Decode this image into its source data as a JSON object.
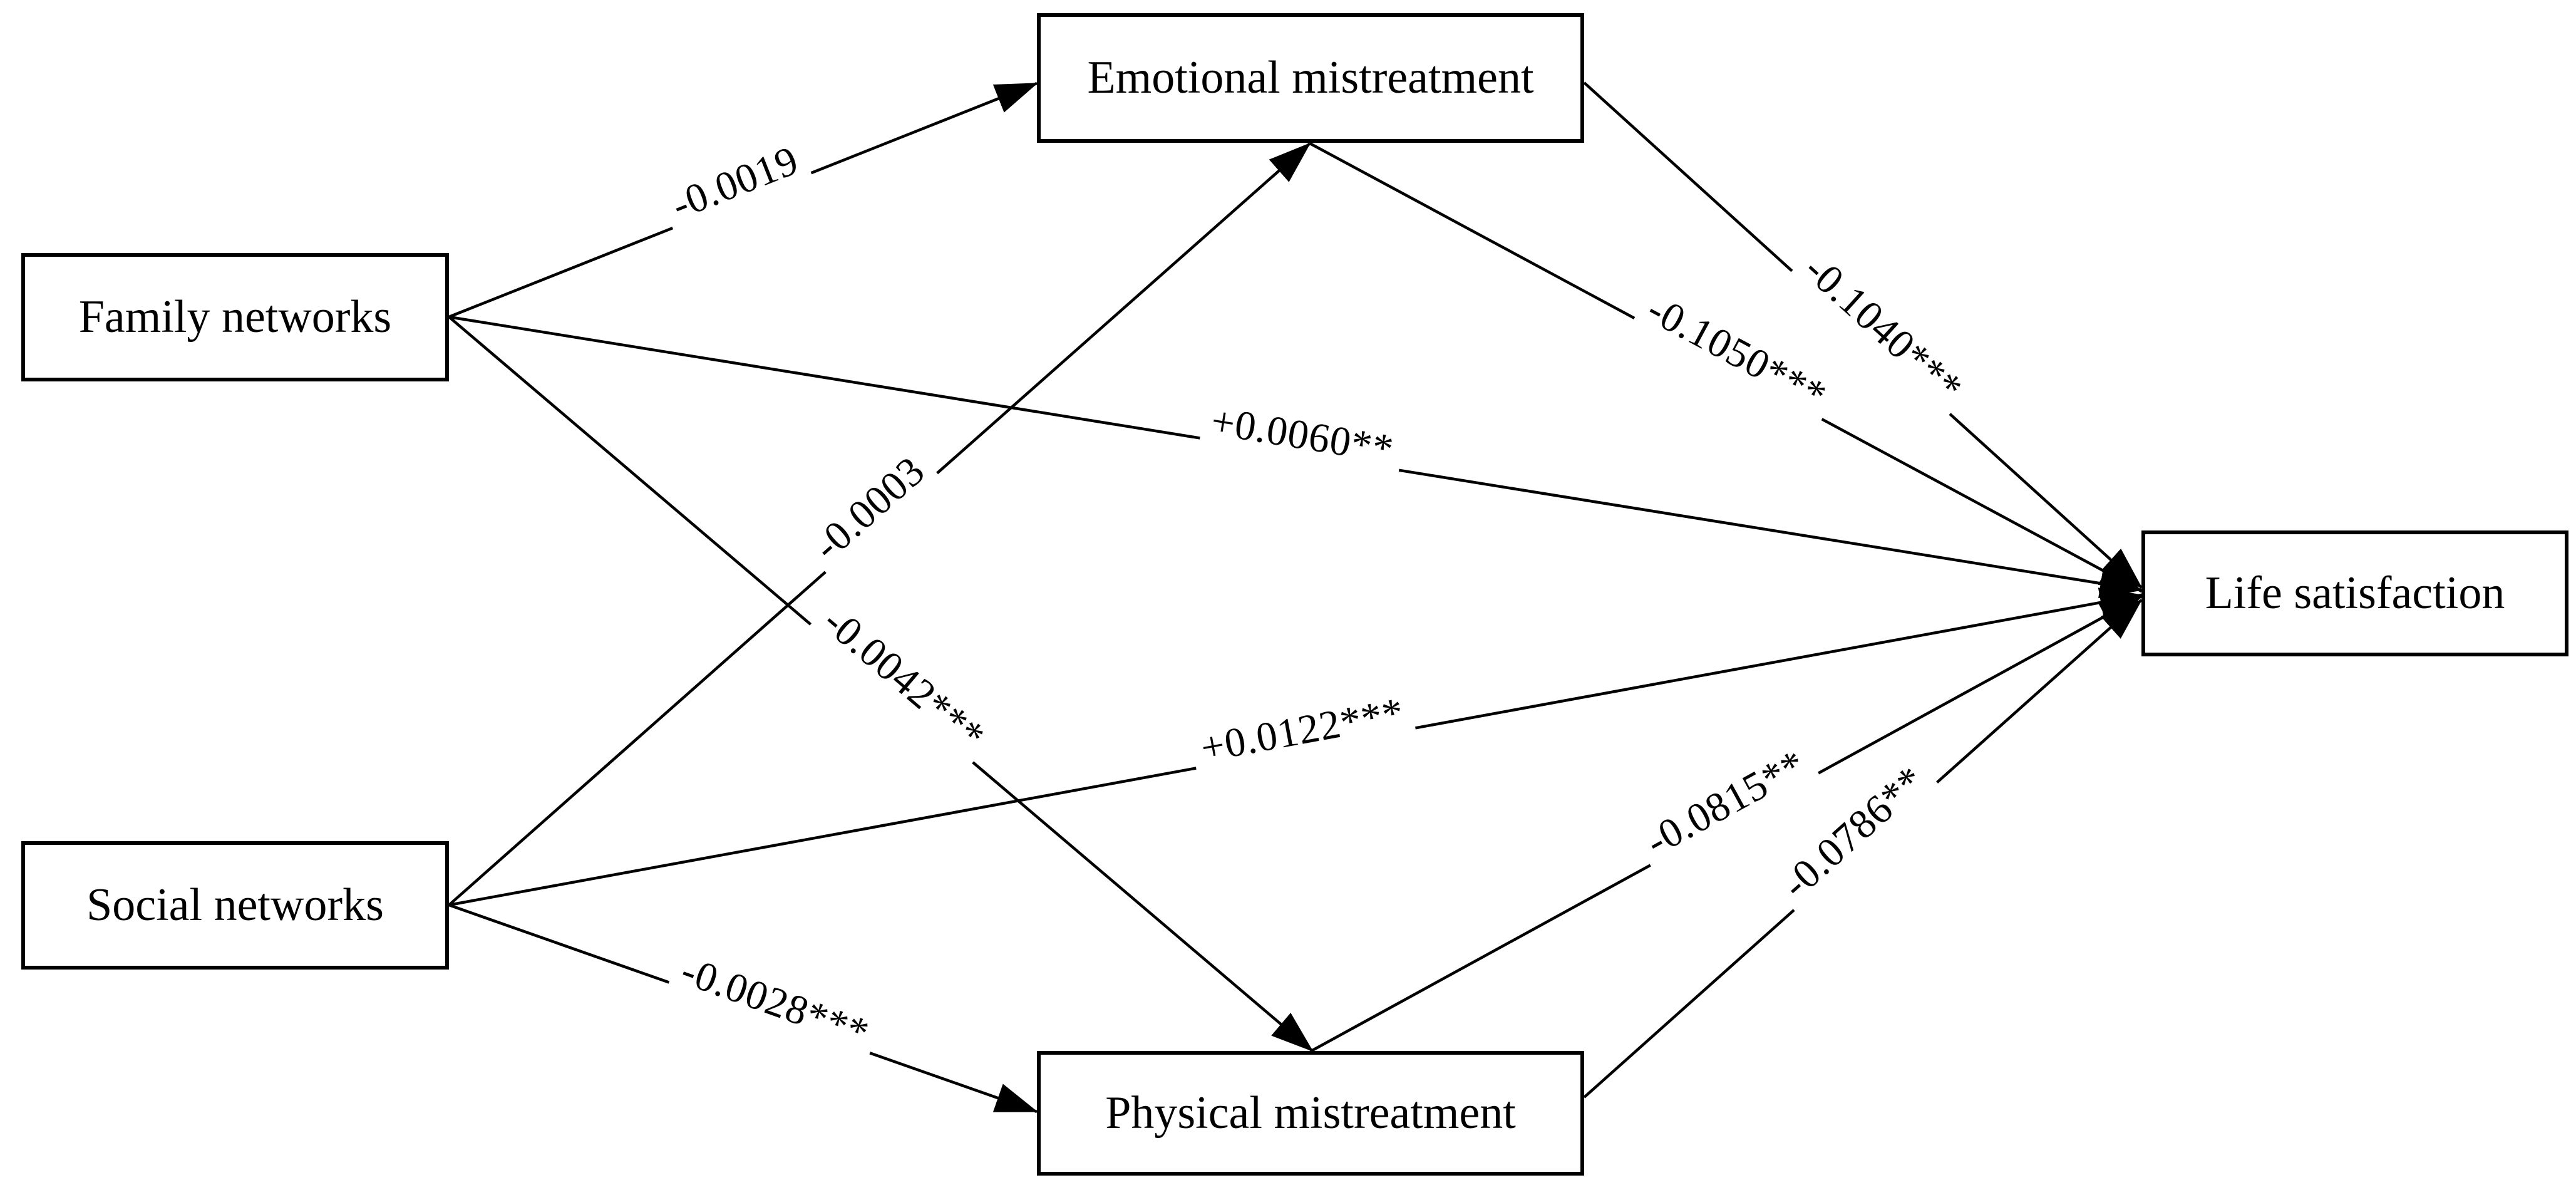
{
  "diagram": {
    "kind": "path-model",
    "background_color": "#ffffff",
    "line_color": "#000000",
    "text_color": "#000000"
  },
  "nodes": {
    "family_networks": {
      "label": "Family networks"
    },
    "social_networks": {
      "label": "Social networks"
    },
    "emotional_mistreatment": {
      "label": "Emotional mistreatment"
    },
    "physical_mistreatment": {
      "label": "Physical mistreatment"
    },
    "life_satisfaction": {
      "label": "Life satisfaction"
    }
  },
  "edges": {
    "family_to_emotional": {
      "from": "Family networks",
      "to": "Emotional mistreatment",
      "coefficient": "-0.0019"
    },
    "family_to_physical": {
      "from": "Family networks",
      "to": "Physical mistreatment",
      "coefficient": "-0.0042***"
    },
    "family_to_life": {
      "from": "Family networks",
      "to": "Life satisfaction",
      "coefficient": "+0.0060**"
    },
    "social_to_emotional": {
      "from": "Social networks",
      "to": "Emotional mistreatment",
      "coefficient": "-0.0003"
    },
    "social_to_physical": {
      "from": "Social networks",
      "to": "Physical mistreatment",
      "coefficient": "-0.0028***"
    },
    "social_to_life": {
      "from": "Social networks",
      "to": "Life satisfaction",
      "coefficient": "+0.0122***"
    },
    "emotional_to_life_upper": {
      "from": "Emotional mistreatment",
      "to": "Life satisfaction",
      "coefficient": "-0.1040***"
    },
    "emotional_to_life_lower": {
      "from": "Emotional mistreatment",
      "to": "Life satisfaction",
      "coefficient": "-0.1050***"
    },
    "physical_to_life_upper": {
      "from": "Physical mistreatment",
      "to": "Life satisfaction",
      "coefficient": "-0.0815**"
    },
    "physical_to_life_lower": {
      "from": "Physical mistreatment",
      "to": "Life satisfaction",
      "coefficient": "-0.0786**"
    }
  }
}
